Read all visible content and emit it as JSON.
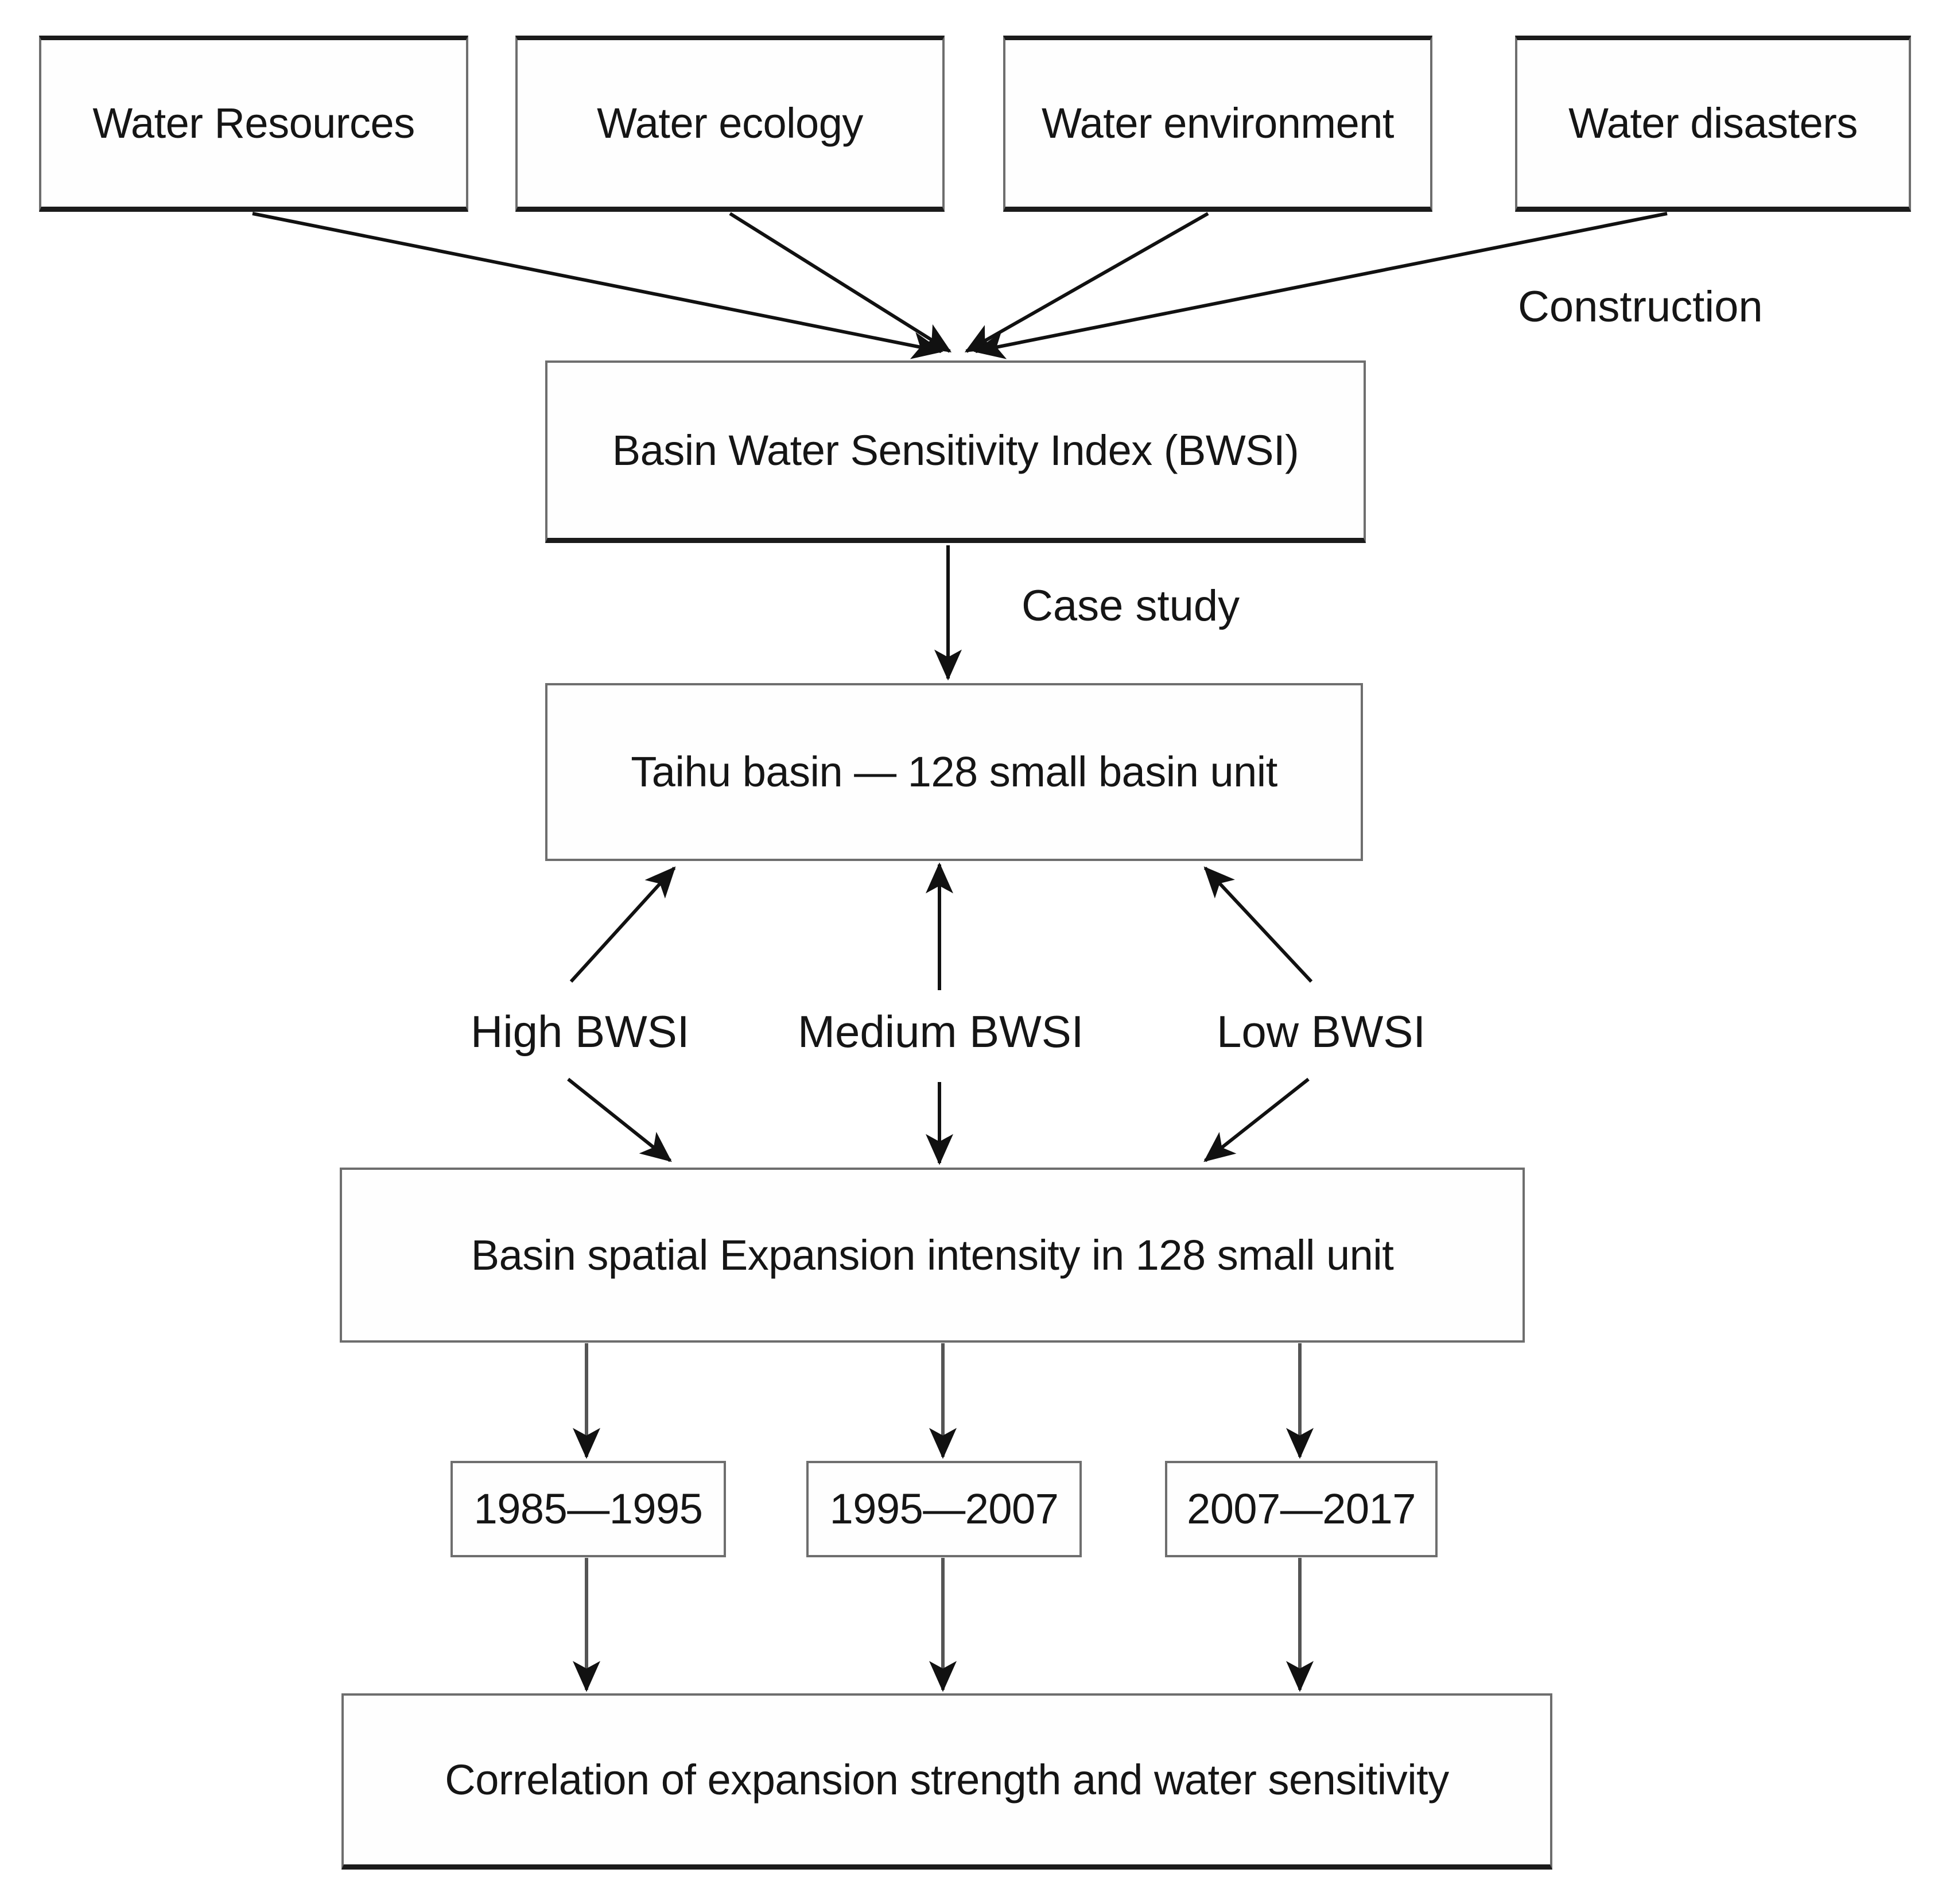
{
  "diagram": {
    "type": "flowchart",
    "title_text": "",
    "colors": {
      "box_border": "#6e6e6e",
      "box_border_dark": "#1b1b1b",
      "text": "#151515",
      "arrow": "#111111",
      "background": "#ffffff"
    },
    "sources": [
      {
        "label": "Water Resources"
      },
      {
        "label": "Water ecology"
      },
      {
        "label": "Water environment"
      },
      {
        "label": "Water disasters"
      }
    ],
    "index_node": {
      "label": "Basin Water Sensitivity Index  (BWSI)"
    },
    "case_node": {
      "label": "Taihu basin — 128 small basin unit"
    },
    "expansion_node": {
      "label": "Basin spatial Expansion intensity in  128 small unit"
    },
    "result_node": {
      "label": "Correlation of expansion strength and water sensitivity"
    },
    "periods": [
      {
        "label": "1985—1995"
      },
      {
        "label": "1995—2007"
      },
      {
        "label": "2007—2017"
      }
    ],
    "edge_labels": {
      "construction": "Construction",
      "case_study": "Case study"
    },
    "bwsi_levels": [
      {
        "label": "High BWSI"
      },
      {
        "label": "Medium BWSI"
      },
      {
        "label": "Low BWSI"
      }
    ]
  }
}
